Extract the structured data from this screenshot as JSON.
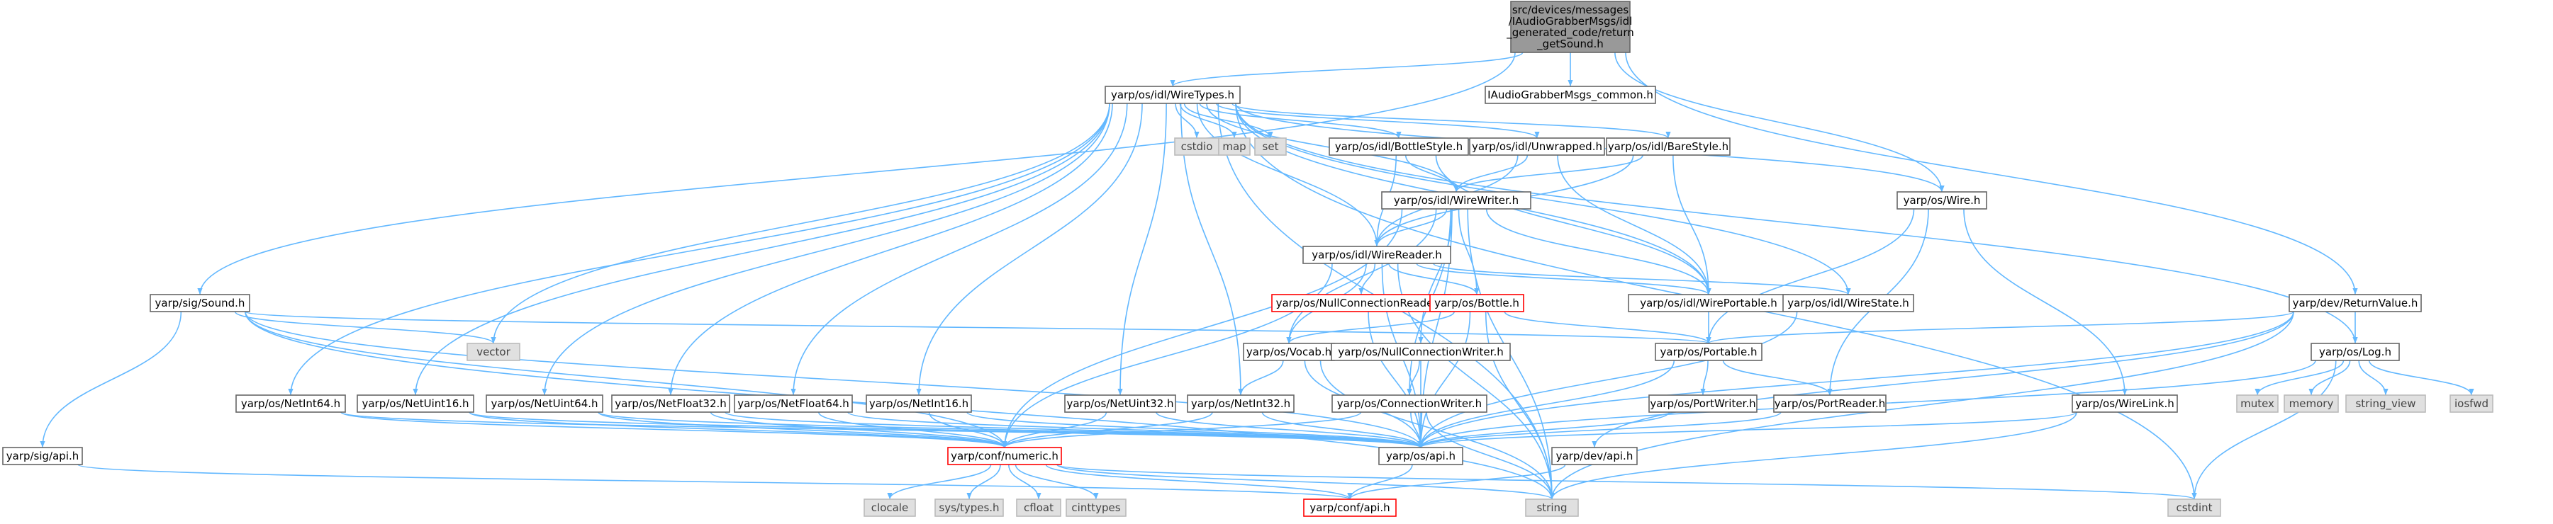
{
  "colors": {
    "edge": "#63b8ff",
    "normal_fill": "#ffffff",
    "normal_border": "#666666",
    "root_fill": "#999999",
    "root_border": "#666666",
    "std_fill": "#e0e0e0",
    "std_border": "#bbbbbb",
    "error_border": "#ff0000"
  },
  "nodes": {
    "root": {
      "lines": [
        "src/devices/messages",
        "/IAudioGrabberMsgs/idl",
        "_generated_code/return",
        "_getSound.h"
      ],
      "kind": "root"
    },
    "wiretypes": {
      "lines": [
        "yarp/os/idl/WireTypes.h"
      ],
      "kind": "normal"
    },
    "iagcommon": {
      "lines": [
        "IAudioGrabberMsgs_common.h"
      ],
      "kind": "normal"
    },
    "cstdio": {
      "lines": [
        "cstdio"
      ],
      "kind": "std"
    },
    "map": {
      "lines": [
        "map"
      ],
      "kind": "std"
    },
    "set": {
      "lines": [
        "set"
      ],
      "kind": "std"
    },
    "bottlestyle": {
      "lines": [
        "yarp/os/idl/BottleStyle.h"
      ],
      "kind": "normal"
    },
    "unwrapped": {
      "lines": [
        "yarp/os/idl/Unwrapped.h"
      ],
      "kind": "normal"
    },
    "barestyle": {
      "lines": [
        "yarp/os/idl/BareStyle.h"
      ],
      "kind": "normal"
    },
    "wirewriter": {
      "lines": [
        "yarp/os/idl/WireWriter.h"
      ],
      "kind": "normal"
    },
    "wire": {
      "lines": [
        "yarp/os/Wire.h"
      ],
      "kind": "normal"
    },
    "wirereader": {
      "lines": [
        "yarp/os/idl/WireReader.h"
      ],
      "kind": "normal"
    },
    "sound": {
      "lines": [
        "yarp/sig/Sound.h"
      ],
      "kind": "normal"
    },
    "vector": {
      "lines": [
        "vector"
      ],
      "kind": "std"
    },
    "nullconnreader": {
      "lines": [
        "yarp/os/NullConnectionReader.h"
      ],
      "kind": "error"
    },
    "bottle": {
      "lines": [
        "yarp/os/Bottle.h"
      ],
      "kind": "error"
    },
    "wireportable": {
      "lines": [
        "yarp/os/idl/WirePortable.h"
      ],
      "kind": "normal"
    },
    "wirestate": {
      "lines": [
        "yarp/os/idl/WireState.h"
      ],
      "kind": "normal"
    },
    "returnvalue": {
      "lines": [
        "yarp/dev/ReturnValue.h"
      ],
      "kind": "normal"
    },
    "log": {
      "lines": [
        "yarp/os/Log.h"
      ],
      "kind": "normal"
    },
    "vocab": {
      "lines": [
        "yarp/os/Vocab.h"
      ],
      "kind": "normal"
    },
    "nullconnwriter": {
      "lines": [
        "yarp/os/NullConnectionWriter.h"
      ],
      "kind": "normal"
    },
    "portable": {
      "lines": [
        "yarp/os/Portable.h"
      ],
      "kind": "normal"
    },
    "mutex": {
      "lines": [
        "mutex"
      ],
      "kind": "std"
    },
    "memory": {
      "lines": [
        "memory"
      ],
      "kind": "std"
    },
    "string_view": {
      "lines": [
        "string_view"
      ],
      "kind": "std"
    },
    "iosfwd": {
      "lines": [
        "iosfwd"
      ],
      "kind": "std"
    },
    "netint64": {
      "lines": [
        "yarp/os/NetInt64.h"
      ],
      "kind": "normal"
    },
    "netuint16": {
      "lines": [
        "yarp/os/NetUint16.h"
      ],
      "kind": "normal"
    },
    "netuint64": {
      "lines": [
        "yarp/os/NetUint64.h"
      ],
      "kind": "normal"
    },
    "netfloat32": {
      "lines": [
        "yarp/os/NetFloat32.h"
      ],
      "kind": "normal"
    },
    "netfloat64": {
      "lines": [
        "yarp/os/NetFloat64.h"
      ],
      "kind": "normal"
    },
    "netint16": {
      "lines": [
        "yarp/os/NetInt16.h"
      ],
      "kind": "normal"
    },
    "netuint32": {
      "lines": [
        "yarp/os/NetUint32.h"
      ],
      "kind": "normal"
    },
    "netint32": {
      "lines": [
        "yarp/os/NetInt32.h"
      ],
      "kind": "normal"
    },
    "connwriter": {
      "lines": [
        "yarp/os/ConnectionWriter.h"
      ],
      "kind": "normal"
    },
    "portwriter": {
      "lines": [
        "yarp/os/PortWriter.h"
      ],
      "kind": "normal"
    },
    "portreader": {
      "lines": [
        "yarp/os/PortReader.h"
      ],
      "kind": "normal"
    },
    "wirelink": {
      "lines": [
        "yarp/os/WireLink.h"
      ],
      "kind": "normal"
    },
    "sigapi": {
      "lines": [
        "yarp/sig/api.h"
      ],
      "kind": "normal"
    },
    "numeric": {
      "lines": [
        "yarp/conf/numeric.h"
      ],
      "kind": "error"
    },
    "osapi": {
      "lines": [
        "yarp/os/api.h"
      ],
      "kind": "normal"
    },
    "devapi": {
      "lines": [
        "yarp/dev/api.h"
      ],
      "kind": "normal"
    },
    "clocale": {
      "lines": [
        "clocale"
      ],
      "kind": "std"
    },
    "systypes": {
      "lines": [
        "sys/types.h"
      ],
      "kind": "std"
    },
    "cfloat": {
      "lines": [
        "cfloat"
      ],
      "kind": "std"
    },
    "cinttypes": {
      "lines": [
        "cinttypes"
      ],
      "kind": "std"
    },
    "confapi": {
      "lines": [
        "yarp/conf/api.h"
      ],
      "kind": "error"
    },
    "string": {
      "lines": [
        "string"
      ],
      "kind": "std"
    },
    "cstdint": {
      "lines": [
        "cstdint"
      ],
      "kind": "std"
    }
  },
  "edges": [
    [
      "root",
      "wiretypes"
    ],
    [
      "root",
      "iagcommon"
    ],
    [
      "root",
      "sound"
    ],
    [
      "root",
      "wire"
    ],
    [
      "root",
      "returnvalue"
    ],
    [
      "wiretypes",
      "cstdio"
    ],
    [
      "wiretypes",
      "map"
    ],
    [
      "wiretypes",
      "set"
    ],
    [
      "wiretypes",
      "bottlestyle"
    ],
    [
      "wiretypes",
      "unwrapped"
    ],
    [
      "wiretypes",
      "barestyle"
    ],
    [
      "wiretypes",
      "wirewriter"
    ],
    [
      "wiretypes",
      "wirereader"
    ],
    [
      "wiretypes",
      "wireportable"
    ],
    [
      "wiretypes",
      "wirestate"
    ],
    [
      "wiretypes",
      "wire"
    ],
    [
      "wiretypes",
      "log"
    ],
    [
      "wiretypes",
      "vector"
    ],
    [
      "wiretypes",
      "netint64"
    ],
    [
      "wiretypes",
      "netuint16"
    ],
    [
      "wiretypes",
      "netuint64"
    ],
    [
      "wiretypes",
      "netfloat32"
    ],
    [
      "wiretypes",
      "netfloat64"
    ],
    [
      "wiretypes",
      "netint16"
    ],
    [
      "wiretypes",
      "netuint32"
    ],
    [
      "wiretypes",
      "netint32"
    ],
    [
      "wiretypes",
      "string"
    ],
    [
      "wiretypes",
      "cstdint"
    ],
    [
      "bottlestyle",
      "wirewriter"
    ],
    [
      "bottlestyle",
      "wirereader"
    ],
    [
      "bottlestyle",
      "wireportable"
    ],
    [
      "unwrapped",
      "wirewriter"
    ],
    [
      "unwrapped",
      "wirereader"
    ],
    [
      "unwrapped",
      "wireportable"
    ],
    [
      "barestyle",
      "wirewriter"
    ],
    [
      "barestyle",
      "wirereader"
    ],
    [
      "barestyle",
      "wireportable"
    ],
    [
      "wirewriter",
      "wirereader"
    ],
    [
      "wirewriter",
      "wireportable"
    ],
    [
      "wirewriter",
      "bottle"
    ],
    [
      "wirewriter",
      "vocab"
    ],
    [
      "wirewriter",
      "nullconnwriter"
    ],
    [
      "wirewriter",
      "connwriter"
    ],
    [
      "wirewriter",
      "numeric"
    ],
    [
      "wirewriter",
      "osapi"
    ],
    [
      "wirewriter",
      "string"
    ],
    [
      "wirereader",
      "nullconnreader"
    ],
    [
      "wirereader",
      "bottle"
    ],
    [
      "wirereader",
      "wireportable"
    ],
    [
      "wirereader",
      "wirestate"
    ],
    [
      "wirereader",
      "vocab"
    ],
    [
      "wirereader",
      "numeric"
    ],
    [
      "wirereader",
      "osapi"
    ],
    [
      "wirereader",
      "string"
    ],
    [
      "wire",
      "portable"
    ],
    [
      "wire",
      "portreader"
    ],
    [
      "wire",
      "wirelink"
    ],
    [
      "sound",
      "vector"
    ],
    [
      "sound",
      "portable"
    ],
    [
      "sound",
      "sigapi"
    ],
    [
      "sound",
      "numeric"
    ],
    [
      "sound",
      "osapi"
    ],
    [
      "sound",
      "string"
    ],
    [
      "nullconnreader",
      "osapi"
    ],
    [
      "bottle",
      "portable"
    ],
    [
      "bottle",
      "vocab"
    ],
    [
      "bottle",
      "osapi"
    ],
    [
      "bottle",
      "string"
    ],
    [
      "wireportable",
      "portable"
    ],
    [
      "wirestate",
      "osapi"
    ],
    [
      "returnvalue",
      "portable"
    ],
    [
      "returnvalue",
      "log"
    ],
    [
      "returnvalue",
      "devapi"
    ],
    [
      "returnvalue",
      "osapi"
    ],
    [
      "returnvalue",
      "string"
    ],
    [
      "log",
      "mutex"
    ],
    [
      "log",
      "memory"
    ],
    [
      "log",
      "string_view"
    ],
    [
      "log",
      "iosfwd"
    ],
    [
      "log",
      "cstdint"
    ],
    [
      "log",
      "osapi"
    ],
    [
      "vocab",
      "netint32"
    ],
    [
      "vocab",
      "osapi"
    ],
    [
      "vocab",
      "string"
    ],
    [
      "nullconnwriter",
      "connwriter"
    ],
    [
      "nullconnwriter",
      "osapi"
    ],
    [
      "portable",
      "portwriter"
    ],
    [
      "portable",
      "portreader"
    ],
    [
      "portable",
      "osapi"
    ],
    [
      "netint64",
      "numeric"
    ],
    [
      "netint64",
      "osapi"
    ],
    [
      "netuint16",
      "numeric"
    ],
    [
      "netuint16",
      "osapi"
    ],
    [
      "netuint64",
      "numeric"
    ],
    [
      "netuint64",
      "osapi"
    ],
    [
      "netfloat32",
      "numeric"
    ],
    [
      "netfloat32",
      "osapi"
    ],
    [
      "netfloat64",
      "numeric"
    ],
    [
      "netfloat64",
      "osapi"
    ],
    [
      "netint16",
      "numeric"
    ],
    [
      "netint16",
      "osapi"
    ],
    [
      "netuint32",
      "numeric"
    ],
    [
      "netuint32",
      "osapi"
    ],
    [
      "netint32",
      "numeric"
    ],
    [
      "netint32",
      "osapi"
    ],
    [
      "connwriter",
      "numeric"
    ],
    [
      "connwriter",
      "osapi"
    ],
    [
      "connwriter",
      "string"
    ],
    [
      "portwriter",
      "osapi"
    ],
    [
      "portreader",
      "osapi"
    ],
    [
      "wirelink",
      "osapi"
    ],
    [
      "wirelink",
      "string"
    ],
    [
      "sigapi",
      "confapi"
    ],
    [
      "numeric",
      "clocale"
    ],
    [
      "numeric",
      "systypes"
    ],
    [
      "numeric",
      "cfloat"
    ],
    [
      "numeric",
      "cinttypes"
    ],
    [
      "numeric",
      "confapi"
    ],
    [
      "numeric",
      "string"
    ],
    [
      "numeric",
      "cstdint"
    ],
    [
      "osapi",
      "confapi"
    ],
    [
      "devapi",
      "confapi"
    ]
  ]
}
